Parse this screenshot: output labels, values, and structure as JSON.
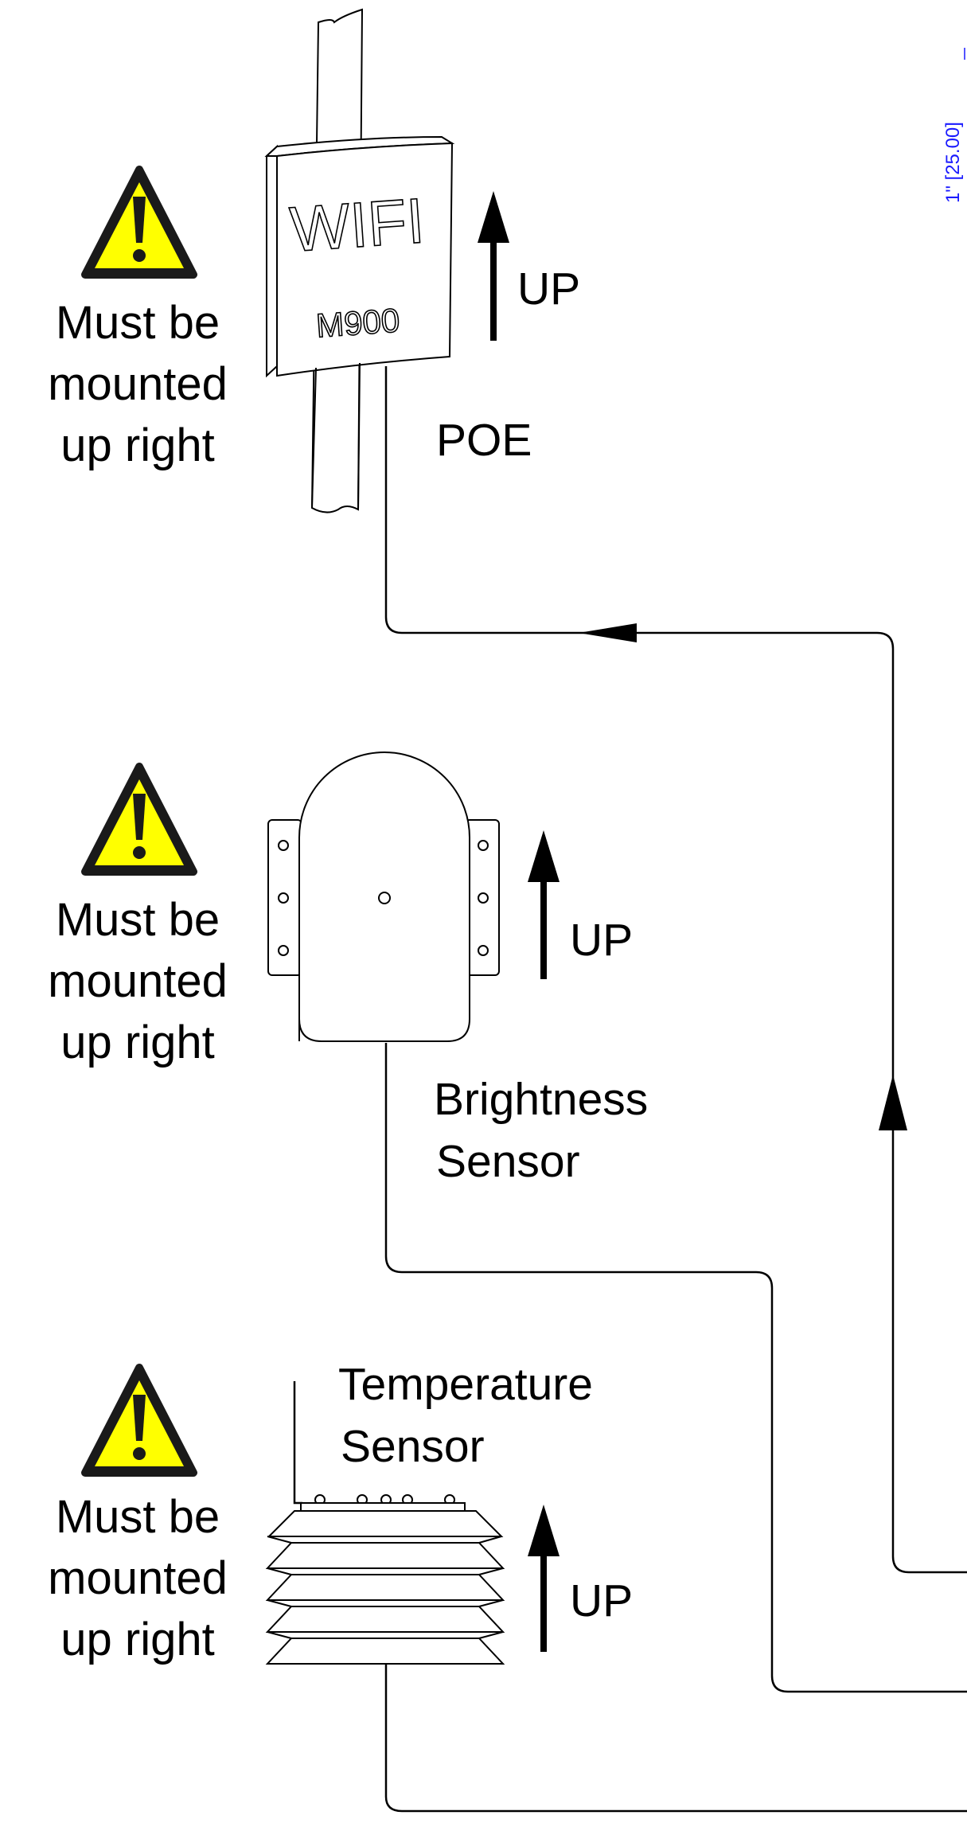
{
  "warnings": [
    {
      "line1": "Must be",
      "line2": "mounted",
      "line3": "up right"
    },
    {
      "line1": "Must be",
      "line2": "mounted",
      "line3": "up right"
    },
    {
      "line1": "Must be",
      "line2": "mounted",
      "line3": "up right"
    }
  ],
  "wifi": {
    "logo_text": "WIFI",
    "model_text": "M900",
    "up_label": "UP",
    "cable_label": "POE"
  },
  "brightness": {
    "up_label": "UP",
    "label_line1": "Brightness",
    "label_line2": "Sensor"
  },
  "temperature": {
    "up_label": "UP",
    "label_line1": "Temperature",
    "label_line2": "Sensor"
  },
  "dimension_text": "1\" [25.00]",
  "colors": {
    "warning_fill": "#ffff00",
    "warning_border": "#1a1a1a",
    "dimension": "#1a1aff"
  }
}
